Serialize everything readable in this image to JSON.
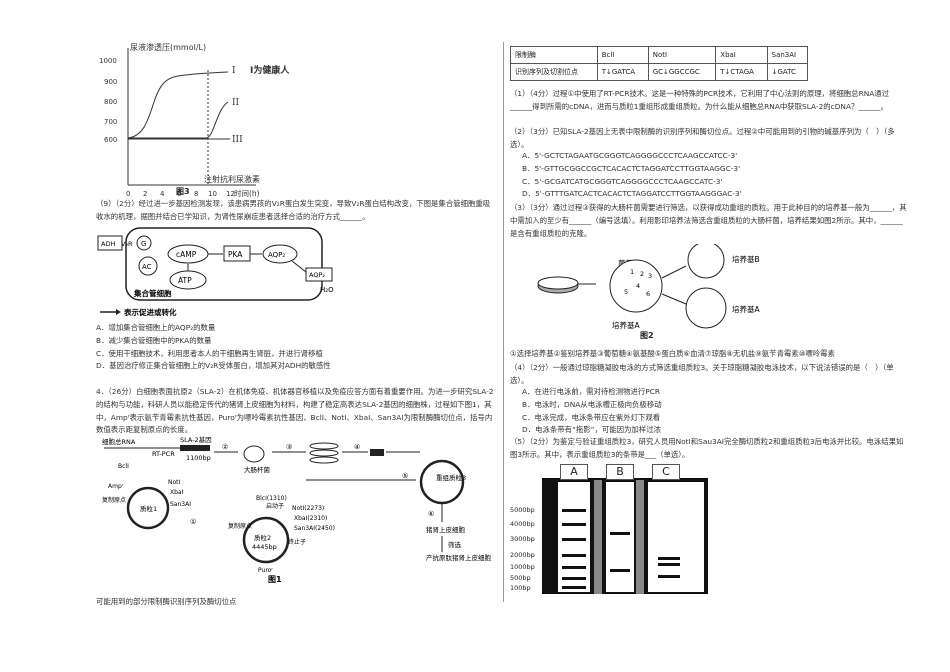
{
  "fig3": {
    "ylabel": "尿液渗透压(mmol/L)",
    "yticks": [
      "1000",
      "900",
      "800",
      "700",
      "600"
    ],
    "xticks": [
      "0",
      "2",
      "4",
      "6",
      "8",
      "10",
      "12"
    ],
    "xlabel": "时间(h)",
    "arrow_label": "注射抗利尿激素",
    "curve_I": "I",
    "curve_I_note": "I为健康人",
    "curve_II": "II",
    "curve_III": "III",
    "caption": "图3"
  },
  "q9": {
    "stem": "（9）（2分）经过进一步基因检测发现，该患病男孩的V₂R蛋白发生突变，导致V₂R蛋白结构改变，下图是集合管细胞重吸收水的机理，据图并结合已学知识，为肾性尿崩症患者选择合适的治疗方式______。",
    "options": [
      "A．增加集合管细胞上的AQP₂的数量",
      "B．减少集合管细胞中的PKA的数量",
      "C．使用干细胞技术，利用患者本人的干细胞再生肾脏，并进行肾移植",
      "D．基因治疗修正集合管细胞上的V₂R受体蛋白，增加其对ADH的敏感性"
    ]
  },
  "cell_diagram": {
    "adh": "ADH",
    "v2r": "V₂R",
    "g": "G",
    "ac": "AC",
    "camp": "cAMP",
    "pka": "PKA",
    "aqp2": "AQP₂",
    "atp": "ATP",
    "aqp2_mem": "AQP₂",
    "h2o": "H₂O",
    "cell_label": "集合管细胞",
    "legend": "表示促进或转化"
  },
  "q4": {
    "stem": "4．（26分）白细胞表面抗原2（SLA-2）在机体免疫、机体器官移植以及免疫应答方面有着重要作用。为进一步研究SLA-2的结构与功能，科研人员以能稳定传代的猪肾上皮细胞为材料，构建了稳定高表达SLA-2基因的细胞株，过程如下图1，其中，Ampʳ表示氨苄青霉素抗性基因，Puroʳ为嘌呤霉素抗性基因，BclI、NotI、XbaI、San3AI为限制酶酶切位点，括号内数值表示距复制原点的长度。",
    "footer": "可能用到的部分限制酶识别序列及酶切位点"
  },
  "fig1": {
    "rna": "细胞总RNA",
    "rtpcr": "RT-PCR",
    "gene": "SLA-2基因",
    "bp": "1100bp",
    "s1": "①",
    "s2": "②",
    "s3": "③",
    "s4": "④",
    "s5": "⑤",
    "s6": "⑥",
    "ecoli": "大肠杆菌",
    "p1_bcl": "BclI",
    "p1_not": "NotI",
    "p1_xba": "XbaI",
    "p1_san": "San3AI",
    "p1_amp": "Ampʳ",
    "p1_name": "质粒1",
    "p1_ori": "复制原点",
    "p2_bcl": "BlcI(1310)",
    "p2_not": "NotI(2273)",
    "p2_xba": "XbaI(2310)",
    "p2_san": "San3AI(2450)",
    "p2_prom": "启动子",
    "p2_term": "终止子",
    "p2_puro": "Puroʳ",
    "p2_ori": "复制原点",
    "p2_name": "质粒2",
    "p2_size": "4445bp",
    "p3_name": "重组质粒3",
    "pig": "猪肾上皮细胞",
    "screen": "筛选",
    "product": "产抗原肽猪肾上皮细胞",
    "caption": "图1"
  },
  "enzyme_table": {
    "rows": [
      [
        "限制酶",
        "BclI",
        "NotI",
        "XbaI",
        "San3AI"
      ],
      [
        "识别序列及切割位点",
        "T↓GATCA",
        "GC↓GGCCGC",
        "T↓CTAGA",
        "↓GATC"
      ]
    ]
  },
  "q4_1": "（1）（4分）过程①中使用了RT-PCR技术。这是一种特殊的PCR技术，它利用了中心法则的原理，将细胞总RNA通过______得到所需的cDNA，进而与质粒1重组形成重组质粒。为什么能从细胞总RNA中获取SLA-2的cDNA？______。",
  "q4_2": {
    "stem": "（2）（3分）已知SLA-2基因上无表中限制酶的识别序列和酶切位点。过程②中可能用到的引物的碱基序列为（　）（多选）。",
    "options": [
      "A．5'-GCTCTAGAATGCGGGTCAGGGGCCCTCAAGCCATCC-3'",
      "B．5'-GTTGCGGCCGCTCACACTCTAGGATCCTTGGTAAGGC-3'",
      "C．5'-GCGATCATGCGGGTCAGGGGCCCTCAAGCCATC-3'",
      "D．5'-GTTTGATCACTCACACTCTAGGATCCTTGGTAAGGGAC-3'"
    ]
  },
  "q4_3": "（3）（3分）通过过程③获得的大肠杆菌需要进行筛选，以获得成功重组的质粒。用于此种目的的培养基一般为______，其中需加入的至少有______（编号选填）。利用影印培养法筛选含重组质粒的大肠杆菌，培养结果如图2所示。其中，______是含有重组质粒的克隆。",
  "fig2": {
    "colony": "菌落",
    "mediumA": "培养基A",
    "mediumB": "培养基B",
    "mediumA2": "培养基A",
    "caption": "图2",
    "n1": "1",
    "n2": "2",
    "n3": "3",
    "n4": "4",
    "n5": "5",
    "n6": "6"
  },
  "choices": "①选择培养基②鉴别培养基③葡萄糖④氨基酸⑤蛋白质⑥血清⑦琼脂⑧无机盐⑨氨苄青霉素⑩嘌呤霉素",
  "q4_4": {
    "stem": "（4）（2分）一般通过琼脂糖凝胶电泳的方式筛选重组质粒3。关于琼脂糖凝胶电泳技术，以下说法错误的是（　）（单选）。",
    "options": [
      "A．在进行电泳前，需对待检测物进行PCR",
      "B．电泳时，DNA从电泳槽正极向负极移动",
      "C．电泳完成，电泳条带应在紫外灯下观看",
      "D．电泳条带有“拖影”，可能因为加样过浓"
    ]
  },
  "q4_5": "（5）（2分）为鉴定与验证重组质粒3，研究人员用NotI和Sau3AI完全酶切质粒2和重组质粒3后电泳并比较。电泳结果如图3所示。其中，表示重组质粒3的条带是___（单选）。",
  "gel": {
    "lanes": [
      "A",
      "B",
      "C"
    ],
    "markers": [
      "5000bp",
      "4000bp",
      "3000bp",
      "2000bp",
      "1000bp",
      "500bp",
      "100bp"
    ]
  }
}
